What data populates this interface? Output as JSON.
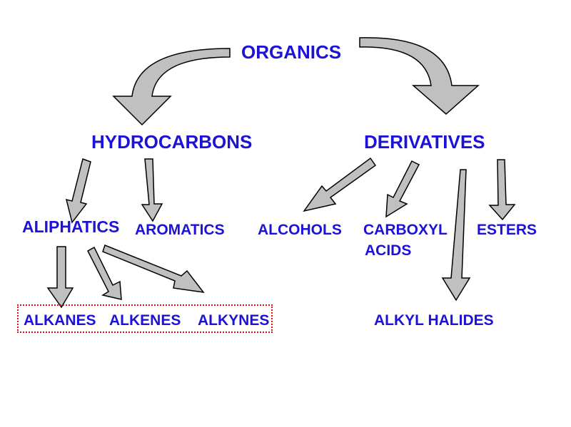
{
  "diagram": {
    "root": "ORGANICS",
    "level1": {
      "left": "HYDROCARBONS",
      "right": "DERIVATIVES"
    },
    "level2": {
      "aliphatics": "ALIPHATICS",
      "aromatics": "AROMATICS",
      "alcohols": "ALCOHOLS",
      "carboxyl_line1": "CARBOXYL",
      "carboxyl_line2": "ACIDS",
      "esters": "ESTERS",
      "alkyl_halides": "ALKYL HALIDES"
    },
    "level3": {
      "alkanes": "ALKANES",
      "alkenes": "ALKENES",
      "alkynes": "ALKYNES"
    }
  },
  "colors": {
    "text": "#1c12d8",
    "arrow_fill": "#c0c0c0",
    "arrow_stroke": "#000000",
    "highlight_border": "#e01010"
  }
}
